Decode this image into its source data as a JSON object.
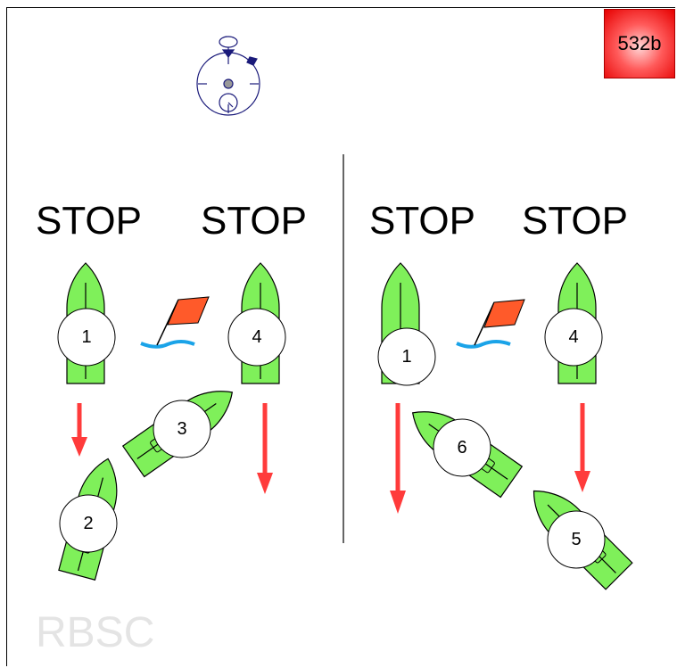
{
  "badge": {
    "label": "532b",
    "color": "#e60000"
  },
  "headings": {
    "stop_1": "STOP",
    "stop_2": "STOP",
    "stop_3": "STOP",
    "stop_4": "STOP"
  },
  "boats": {
    "left": [
      "1",
      "2",
      "3",
      "4"
    ],
    "right": [
      "1",
      "6",
      "4",
      "5"
    ]
  },
  "watermark": "RBSC",
  "colors": {
    "boat": "#7ff05a",
    "arrow": "#ff3b3b",
    "flag": "#ff5a2a",
    "water": "#1aa3e8",
    "stopwatch": "#1a1a7a"
  },
  "icons": [
    "stopwatch-icon",
    "flag-icon",
    "arrow-down-icon"
  ]
}
